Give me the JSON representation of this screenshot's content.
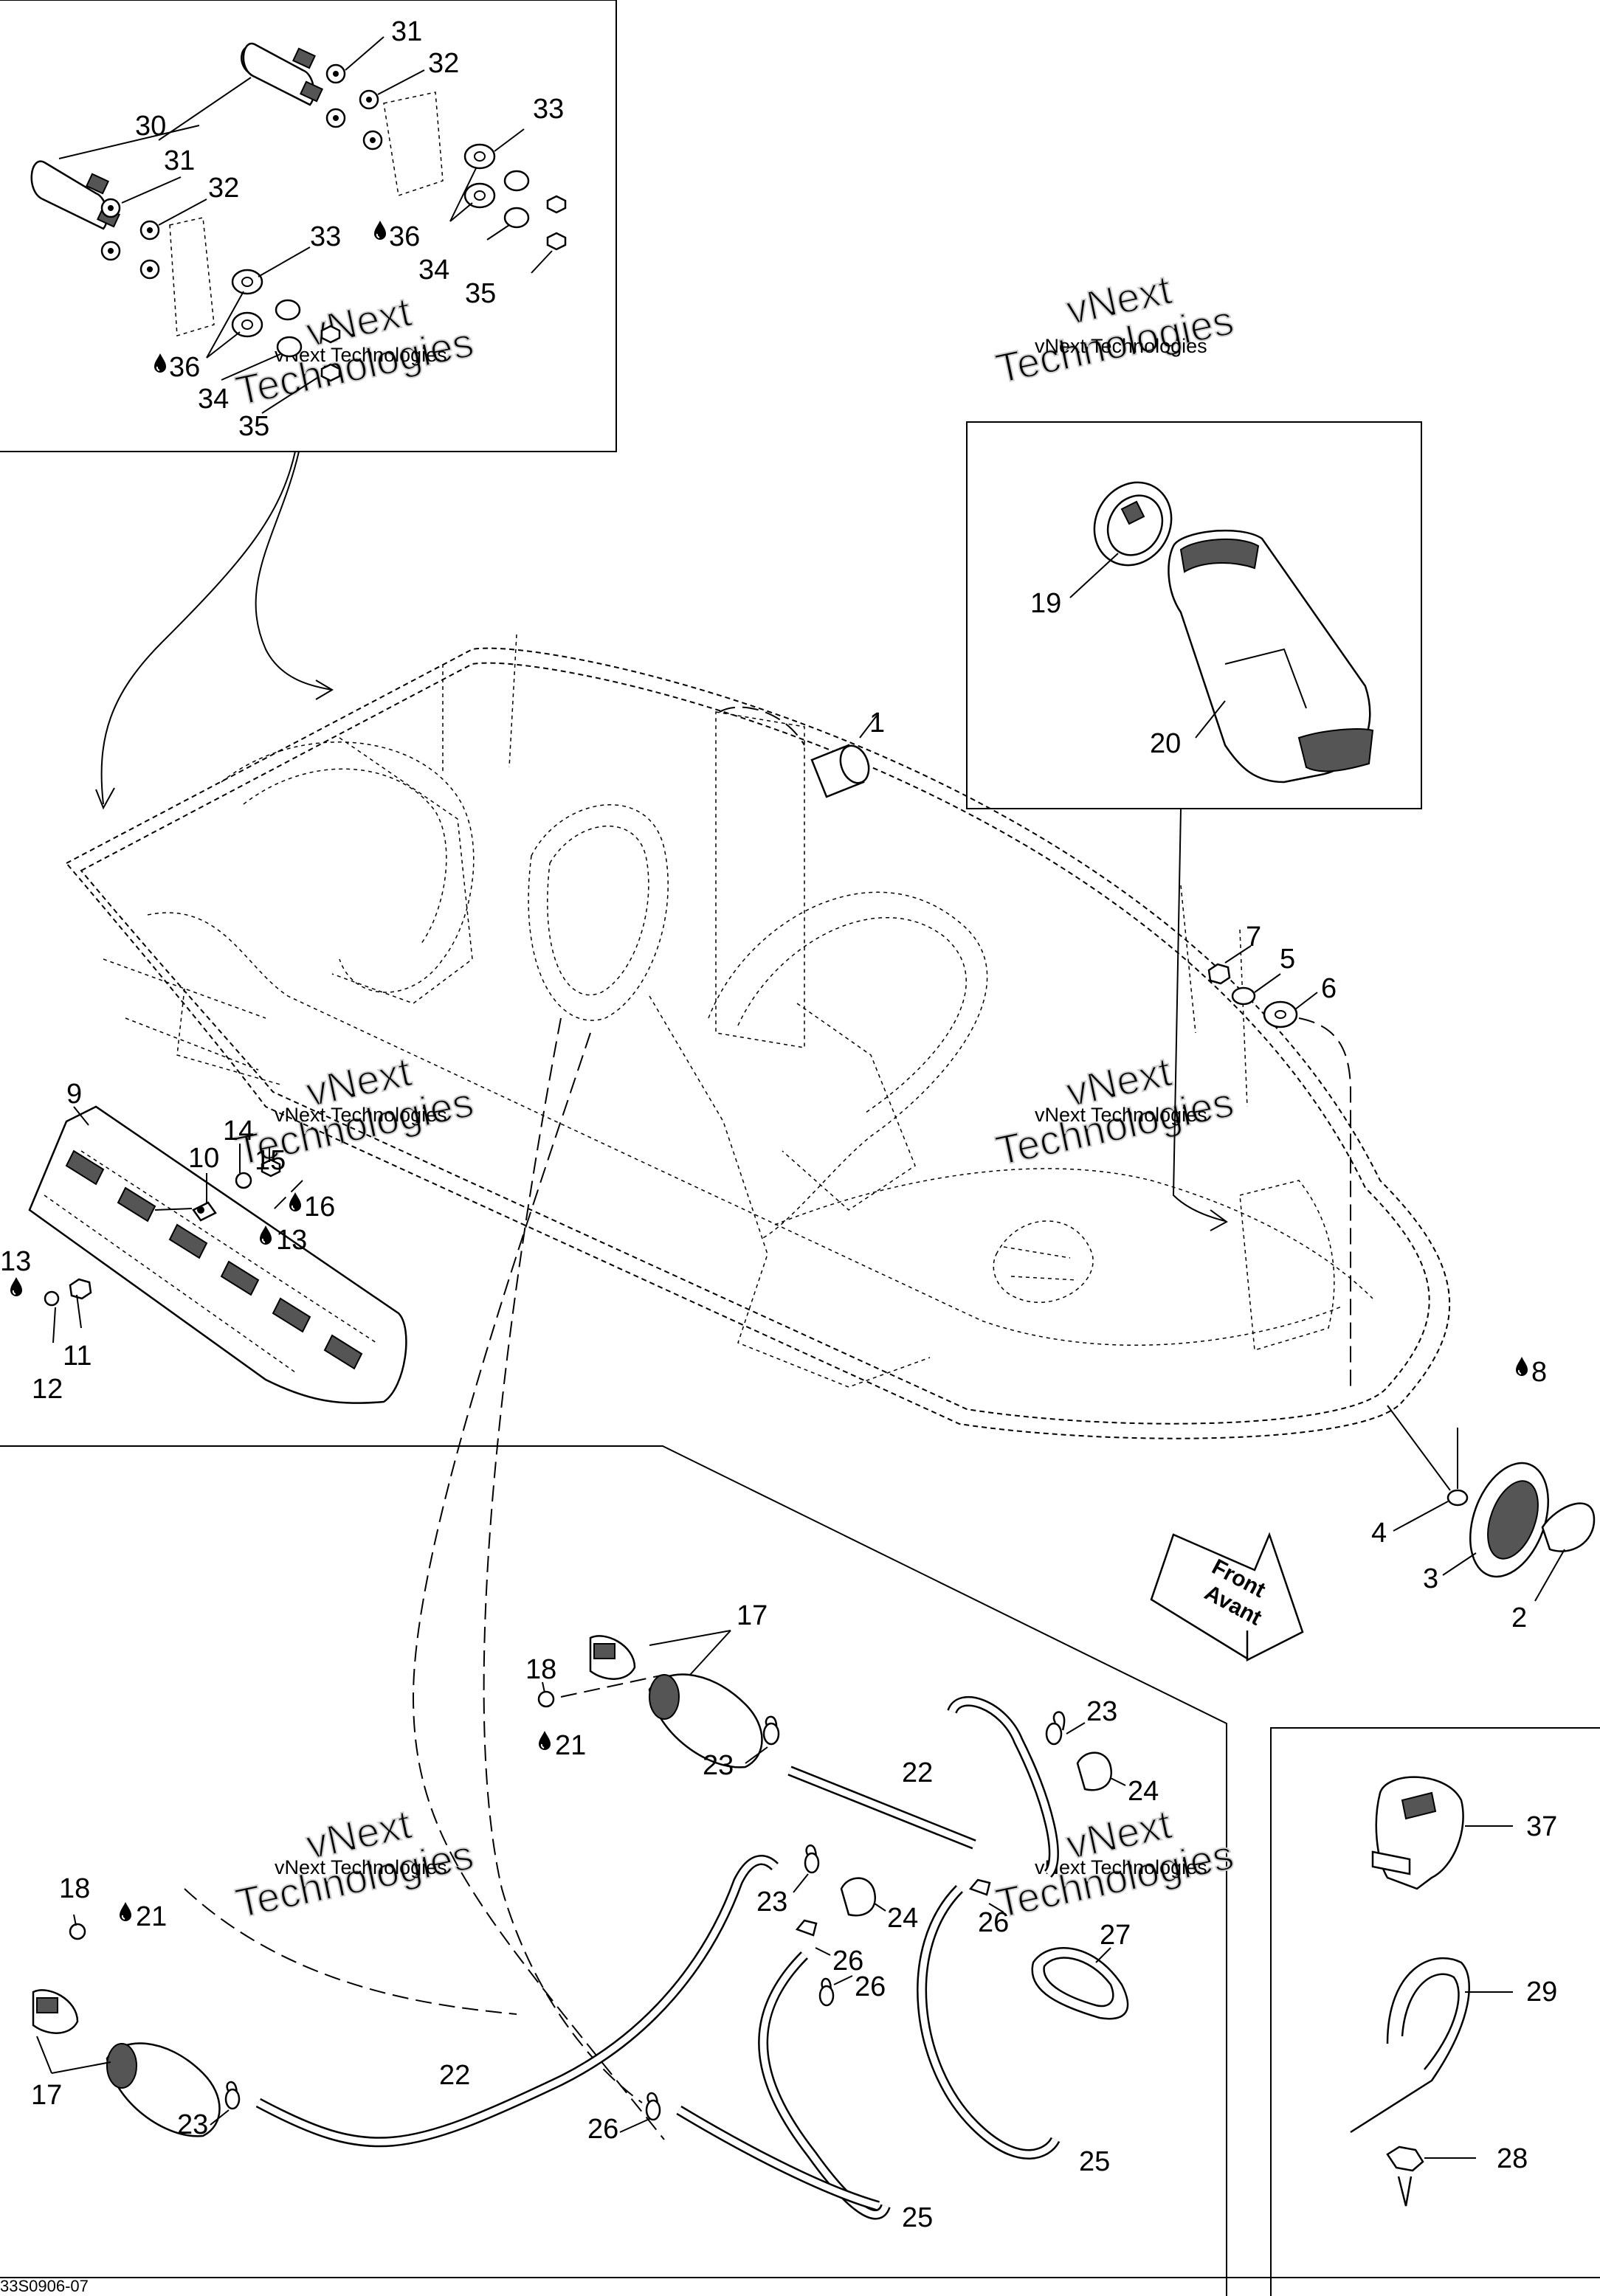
{
  "diagram": {
    "sheet_code": "33S0906-07",
    "watermark_text": "vNext Technologies",
    "watermark_outline_lines": [
      "vNext",
      "Technologies"
    ],
    "front_arrow": {
      "line1": "Front",
      "line2": "Avant"
    }
  },
  "callouts": {
    "c1": "1",
    "c2": "2",
    "c3": "3",
    "c4": "4",
    "c5": "5",
    "c6": "6",
    "c7": "7",
    "c8": "8",
    "c9": "9",
    "c10": "10",
    "c11": "11",
    "c12": "12",
    "c13a": "13",
    "c13b": "13",
    "c14": "14",
    "c15": "15",
    "c16": "16",
    "c17a": "17",
    "c17b": "17",
    "c18a": "18",
    "c18b": "18",
    "c19": "19",
    "c20": "20",
    "c21a": "21",
    "c21b": "21",
    "c22a": "22",
    "c22b": "22",
    "c23a": "23",
    "c23b": "23",
    "c23c": "23",
    "c23d": "23",
    "c24a": "24",
    "c24b": "24",
    "c25a": "25",
    "c25b": "25",
    "c26a": "26",
    "c26b": "26",
    "c26c": "26",
    "c26d": "26",
    "c27": "27",
    "c28": "28",
    "c29": "29",
    "c30": "30",
    "c31a": "31",
    "c31b": "31",
    "c32a": "32",
    "c32b": "32",
    "c33a": "33",
    "c33b": "33",
    "c34a": "34",
    "c34b": "34",
    "c35a": "35",
    "c35b": "35",
    "c36a": "36",
    "c36b": "36",
    "c37": "37"
  },
  "icons": {
    "sealant_drop": "drop-icon",
    "direction_arrow": "front-arrow-icon"
  }
}
